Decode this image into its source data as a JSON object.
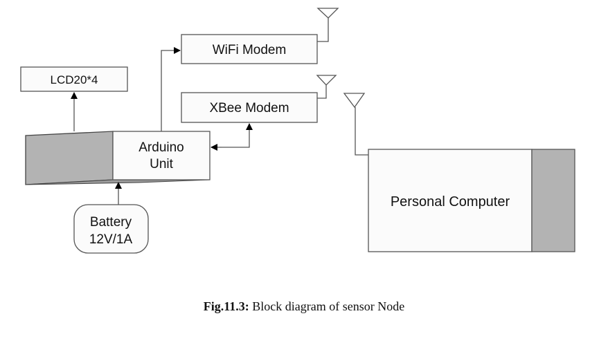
{
  "diagram": {
    "blocks": {
      "lcd": "LCD20*4",
      "wifi": "WiFi Modem",
      "xbee": "XBee Modem",
      "arduino_line1": "Arduino",
      "arduino_line2": "Unit",
      "battery_line1": "Battery",
      "battery_line2": "12V/1A",
      "pc": "Personal Computer"
    },
    "connections": [
      {
        "from": "Arduino Unit",
        "to": "LCD20*4",
        "type": "arrow"
      },
      {
        "from": "Arduino Unit",
        "to": "WiFi Modem",
        "type": "arrow"
      },
      {
        "from": "Arduino Unit",
        "to": "XBee Modem",
        "type": "bidirectional-arrow"
      },
      {
        "from": "Battery 12V/1A",
        "to": "Arduino Unit",
        "type": "arrow"
      }
    ],
    "antennas": [
      "WiFi Modem",
      "XBee Modem",
      "Personal Computer"
    ],
    "colors": {
      "stroke": "#555555",
      "fill": "#fbfbfb",
      "shade": "#b3b3b3",
      "arrow": "#000000"
    }
  },
  "caption": {
    "label": "Fig.11.3:",
    "text": " Block diagram of sensor Node"
  }
}
